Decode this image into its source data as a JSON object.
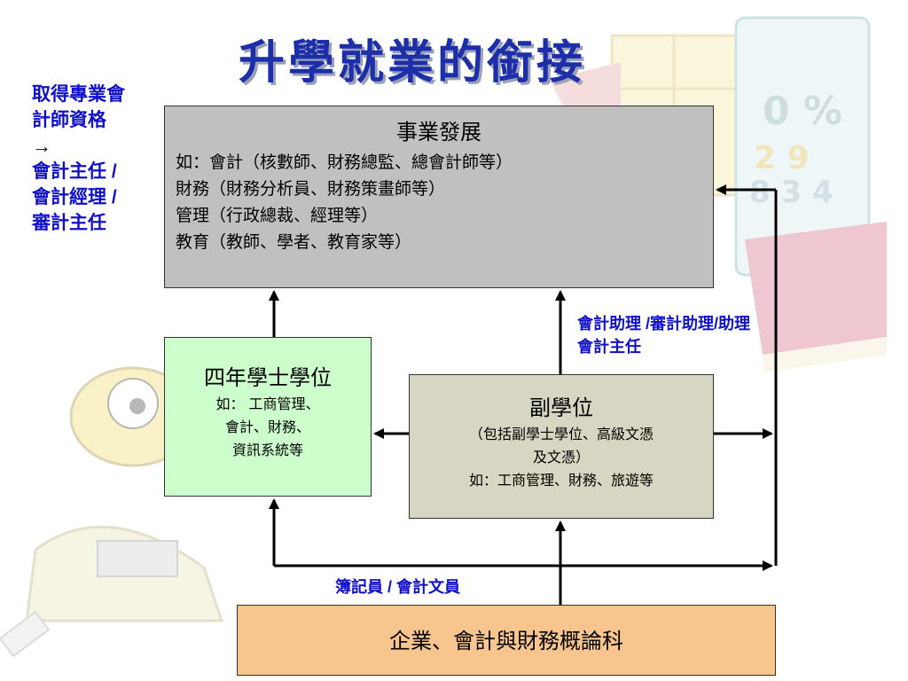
{
  "title": "升學就業的銜接",
  "side_note": {
    "line1": "取得專業會計師資格",
    "arrow": "→",
    "line2": "會計主任 / 會計經理 / 審計主任"
  },
  "career": {
    "heading": "事業發展",
    "lines": [
      "如：會計（核數師、財務總監、總會計師等）",
      "財務（財務分析員、財務策畫師等）",
      "管理（行政總裁、經理等）",
      "教育（教師、學者、教育家等）"
    ]
  },
  "bachelor": {
    "heading": "四年學士學位",
    "lines": [
      "如： 工商管理、",
      "會計、財務、",
      "資訊系統等"
    ]
  },
  "associate": {
    "heading": "副學位",
    "lines": [
      "（包括副學士學位、高級文憑",
      "及文憑）",
      "如：工商管理、財務、旅遊等"
    ]
  },
  "subject": {
    "label": "企業、會計與財務概論科"
  },
  "labels": {
    "assistant": "會計助理 /審計助理/助理會計主任",
    "clerk": "簿記員 / 會計文員"
  },
  "colors": {
    "title": "#1c2ea8",
    "blue_text": "#1010c8",
    "career_box": "#c0c0c0",
    "bachelor_box": "#ccffcc",
    "associate_box": "#d6d6c2",
    "subject_box": "#f9c58f"
  }
}
